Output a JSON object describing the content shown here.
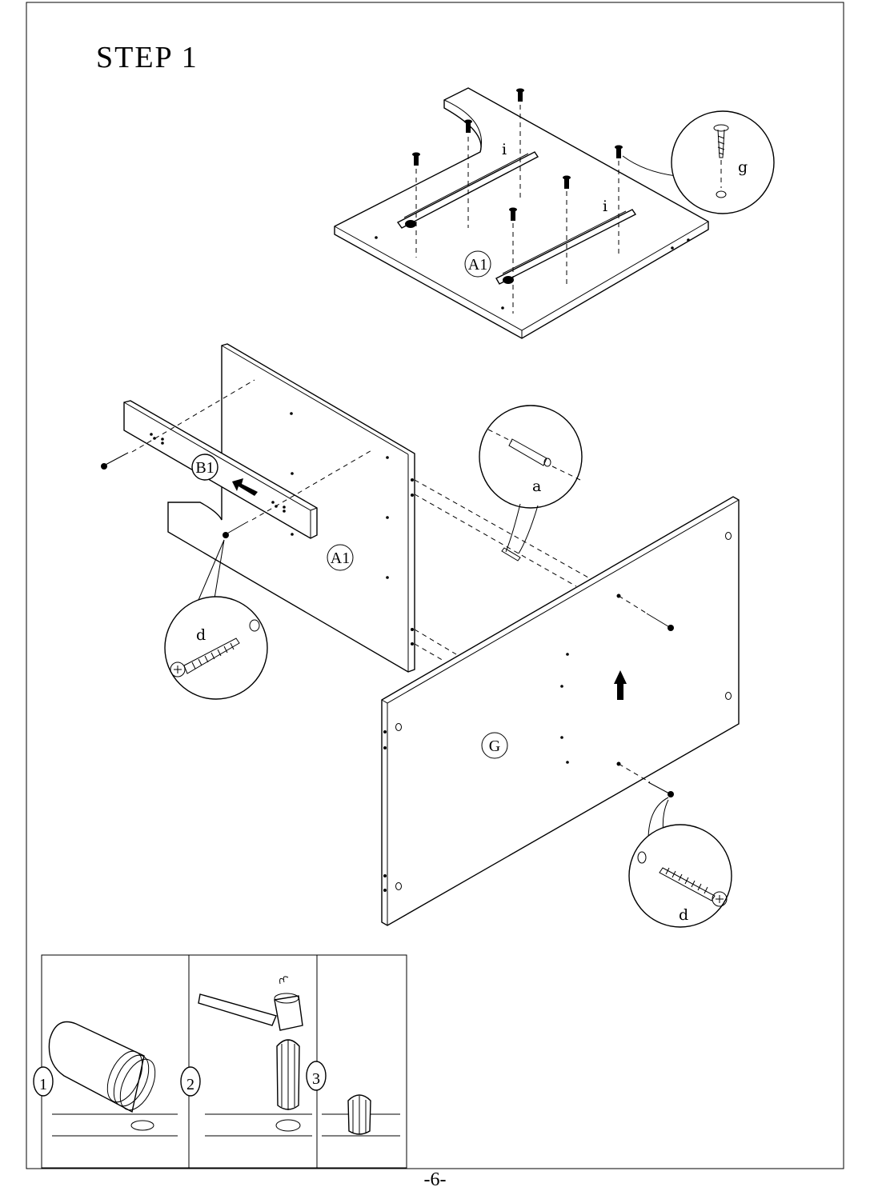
{
  "step_title": "STEP  1",
  "page_number": "-6-",
  "part_labels": {
    "top_panel": "A1",
    "side_panel": "A1",
    "rail": "B1",
    "front_panel": "G"
  },
  "hardware_labels": {
    "slide_left": "i",
    "slide_right": "i",
    "small_screw": "g",
    "dowel": "a",
    "screw_left": "d",
    "screw_right": "d"
  },
  "inset_steps": [
    "1",
    "2",
    "3"
  ]
}
